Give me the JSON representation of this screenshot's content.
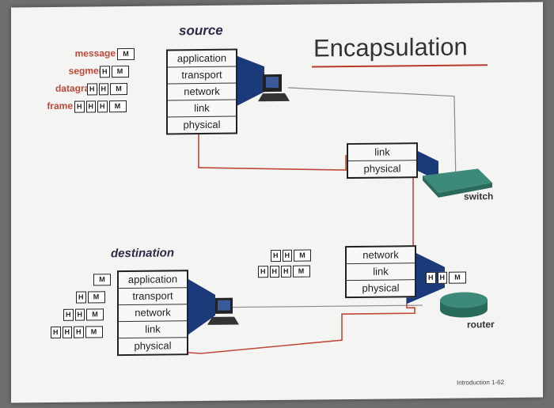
{
  "title": "Encapsulation",
  "source_label": "source",
  "destination_label": "destination",
  "message_labels": [
    "message",
    "segment",
    "datagram",
    "frame"
  ],
  "source_layers": [
    "application",
    "transport",
    "network",
    "link",
    "physical"
  ],
  "dest_layers": [
    "application",
    "transport",
    "network",
    "link",
    "physical"
  ],
  "switch_layers": [
    "link",
    "physical"
  ],
  "router_layers": [
    "network",
    "link",
    "physical"
  ],
  "switch_label": "switch",
  "router_label": "router",
  "footer": "Introduction 1-62",
  "headers": {
    "message": [
      "M"
    ],
    "segment": [
      "H",
      "M"
    ],
    "datagram": [
      "H",
      "H",
      "M"
    ],
    "frame": [
      "H",
      "H",
      "H",
      "M"
    ]
  },
  "colors": {
    "accent": "#c0473a",
    "connector": "#c0473a",
    "gray_line": "#8a8a8a"
  }
}
